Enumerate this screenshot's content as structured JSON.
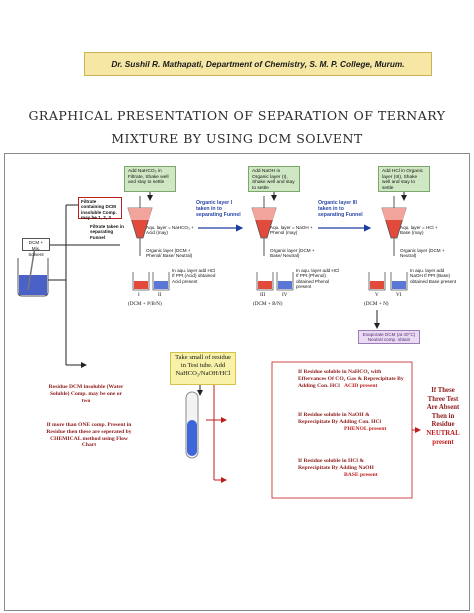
{
  "author": "Dr. Sushil R. Mathapati, Department of Chemistry, S. M. P. College, Murum.",
  "title_line1": "GRAPHICAL PRESENTATION OF SEPARATION OF TERNARY",
  "title_line2": "MIXTURE BY USING DCM SOLVENT",
  "dcm_label": "DCM + Mix. Solvent",
  "filtrate_box": "Filtrate containing DCM insoluble Comp. may be 1, 2, 3",
  "filtrate_taken": "Filtrate taken in separating Funnel",
  "add1": "Add NaHCO₃ in Filtrate, Shake well and stay to settle",
  "add2": "Add NaOH in Organic layer (I), Shake well and stay to settle",
  "add3": "Add HCl in Organic layer (III), Shake well and stay to settle",
  "org1_taken": "Organic layer I taken in to separating Funnel",
  "org3_taken": "Organic layer III taken in to separating Funnel",
  "aq1": "Aqu. layer = NaHCO₃ + Acid (may)",
  "aq2": "Aqu. layer = NaOH + Phenol (may)",
  "aq3": "Aqu. layer = HCl + Base (may)",
  "org1": "Organic layer (DCM + Phenol/ Base/ Neutral)",
  "org2": "Organic layer (DCM + Base/ Neutral)",
  "org3": "Organic layer (DCM + Neutral)",
  "test1": "In aqu. layer add HCl If PPt (Acid) obtained Acid present",
  "test2": "In aqu. layer add HCl If PPt (Phenol) obtained Phenol present",
  "test3": "In aqu. layer add NaOH If PPt (Base) obtained Base present",
  "beaker_I": "I",
  "beaker_II": "II",
  "beaker_III": "III",
  "beaker_IV": "IV",
  "beaker_V": "V",
  "beaker_VI": "VI",
  "cap1": "(DCM + P/B/N)",
  "cap2": "(DCM + B/N)",
  "cap3": "(DCM + N)",
  "evaporate": "Evaporate DCM (at 40°C) Neutral comp. obtain",
  "residue_box": "Take small of residue in Test tube. Add NaHCO₃/NaOH/HCl",
  "residue_left": "Residue DCM insoluble (Water Soluble) Comp. may be one or two",
  "more_than_one": "If more than ONE comp. Present in Residue then these are seperated by CHEMICAL method using Flow Chart",
  "cond1_lines": [
    "If Residue soluble in NaHCO₃ with",
    "Effervances Of CO₂ Gas & Reprecipitate By",
    "Adding Con. HCl"
  ],
  "cond1_result": "ACID present",
  "cond2_lines": [
    "If Residue soluble in NaOH &",
    "Reprecipitate By Adding Con. HCl"
  ],
  "cond2_result": "PHENOL present",
  "cond3_lines": [
    "If Residue soluble in HCl &",
    "Reprecipitate By Adding NaOH"
  ],
  "cond3_result": "BASE present",
  "final_lines": [
    "If These",
    "Three Test",
    "Are Absent",
    "Then in",
    "Residue"
  ],
  "final_result_lines": [
    "NEUTRAL",
    "present"
  ]
}
